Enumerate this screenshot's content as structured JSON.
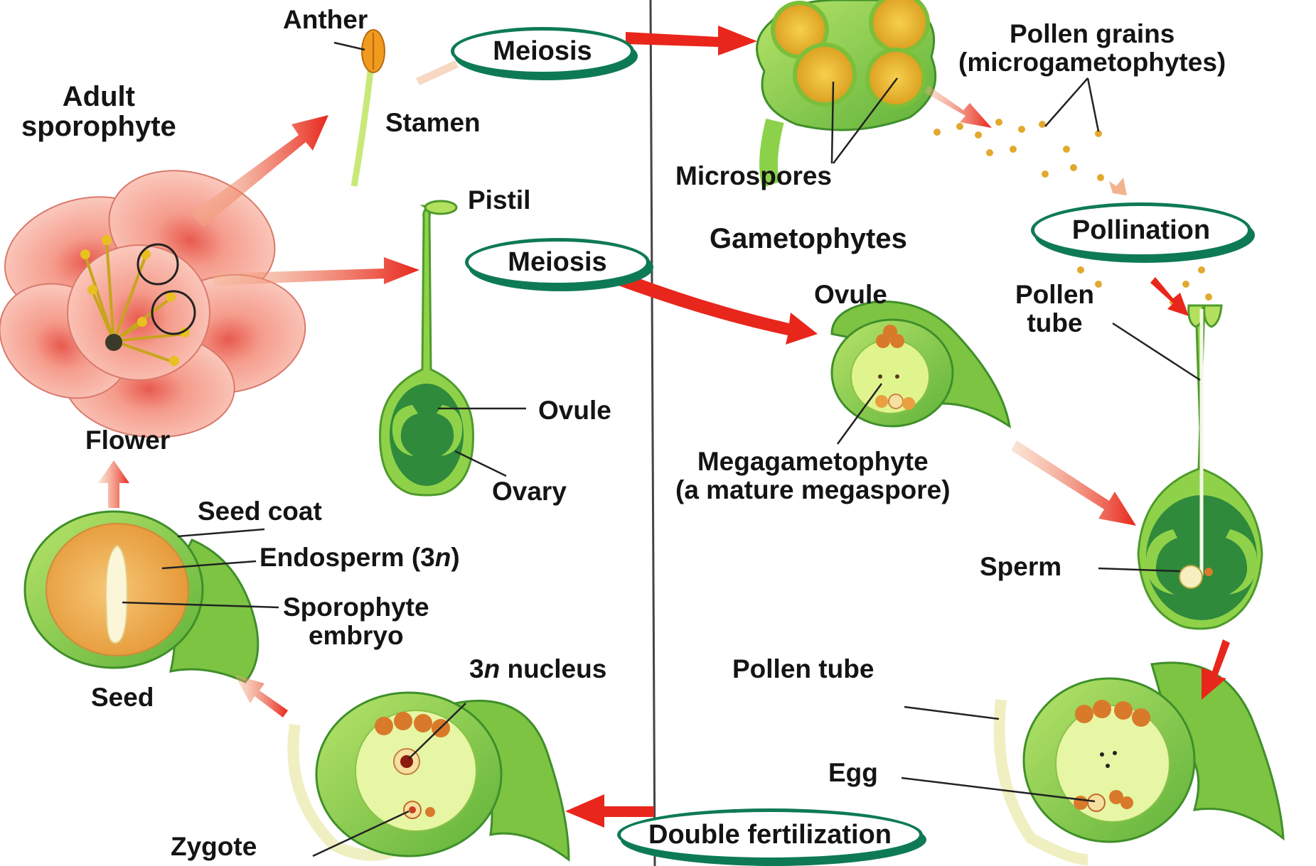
{
  "colors": {
    "plant_green": "#8bd24a",
    "light_green": "#d8ef86",
    "dark_green": "#1f7a35",
    "arrow_red": "#e8261c",
    "oval_border": "#0e7a55",
    "petal_pink": "#f6a99a",
    "anther_orange": "#f2a020",
    "pollen_yellow": "#e8b830",
    "seed_orange": "#f0b058"
  },
  "sections": {
    "sporophyte_heading": "Adult\nsporophyte",
    "gametophyte_heading": "Gametophytes"
  },
  "labels": {
    "anther": "Anther",
    "stamen": "Stamen",
    "pistil": "Pistil",
    "flower": "Flower",
    "ovule_pistil": "Ovule",
    "ovary": "Ovary",
    "seed_coat": "Seed coat",
    "endosperm_prefix": "Endosperm (3",
    "endosperm_n": "n",
    "endosperm_suffix": ")",
    "sporophyte_embryo": "Sporophyte\nembryo",
    "seed": "Seed",
    "nucleus_3n_prefix": "3",
    "nucleus_3n_n": "n",
    "nucleus_3n_suffix": " nucleus",
    "zygote": "Zygote",
    "microspores": "Microspores",
    "pollen_grains": "Pollen grains\n(microgametophytes)",
    "ovule_gametophyte": "Ovule",
    "pollen_tube_upper": "Pollen\ntube",
    "megagametophyte": "Megagametophyte\n(a mature megaspore)",
    "sperm": "Sperm",
    "pollen_tube_lower": "Pollen tube",
    "egg": "Egg"
  },
  "processes": {
    "meiosis_upper": "Meiosis",
    "meiosis_lower": "Meiosis",
    "pollination": "Pollination",
    "double_fertilization": "Double fertilization"
  },
  "icons": [
    "flower-icon",
    "stamen-icon",
    "pistil-icon",
    "anther-cross-section-icon",
    "pollen-grain-icon",
    "ovule-icon",
    "fertilized-pistil-icon",
    "pollen-tube-ovule-icon",
    "fertilized-ovule-icon",
    "seed-icon",
    "arrow-icon"
  ]
}
